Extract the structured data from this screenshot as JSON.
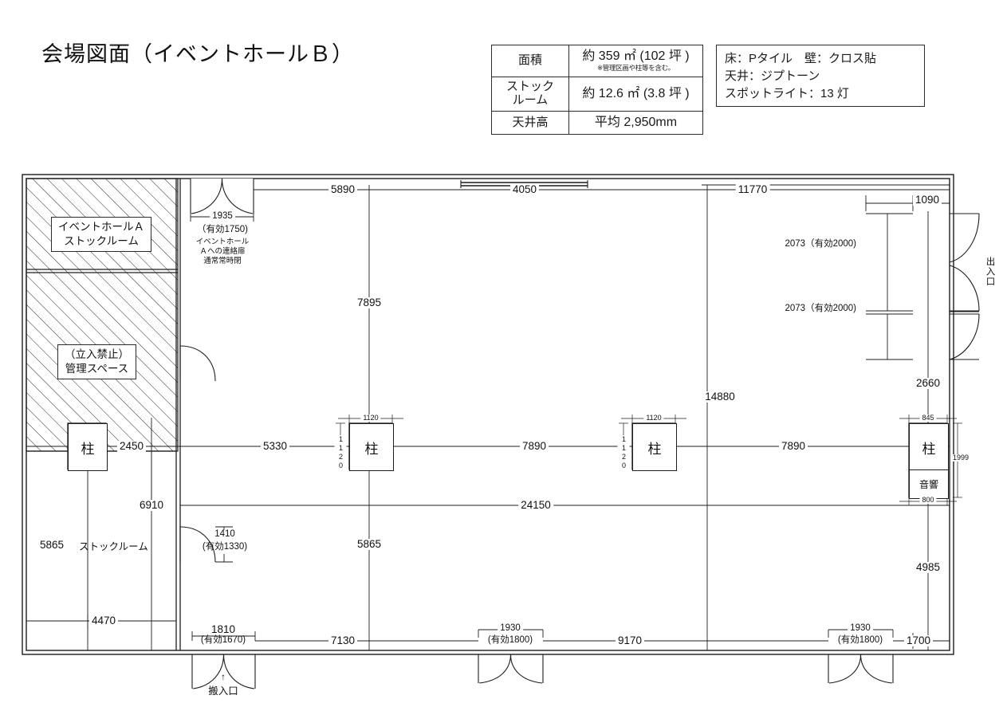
{
  "title": "会場図面（イベントホールＢ）",
  "spec_table": {
    "rows": [
      {
        "key": "面積",
        "value": "約 359 ㎡ (102 坪 )",
        "note": "※管理区画や柱等を含む。"
      },
      {
        "key": "ストック\nルーム",
        "key_line1": "ストック",
        "key_line2": "ルーム",
        "value": "約 12.6 ㎡ (3.8 坪 )",
        "note": ""
      },
      {
        "key": "天井高",
        "value": "平均 2,950mm",
        "note": ""
      }
    ]
  },
  "finishes": {
    "line1": "床：Pタイル　壁：クロス貼",
    "line2": "天井：ジプトーン",
    "line3": "スポットライト：13 灯"
  },
  "plan": {
    "rooms": {
      "hall_a_stock": {
        "line1": "イベントホールＡ",
        "line2": "ストックルーム"
      },
      "admin_space": {
        "line1": "（立入禁止）",
        "line2": "管理スペース"
      },
      "stock_room": "ストックルーム",
      "column": "柱",
      "sound": "音響"
    },
    "annotations": {
      "hall_a_door": {
        "dim": "1935",
        "clear": "（有効1750)",
        "note1": "イベントホール",
        "note2": "Ａへの連絡扉",
        "note3": "通常常時閉"
      },
      "stock_door": {
        "dim": "1410",
        "clear": "(有効1330)"
      },
      "loading_door": {
        "dim": "1810",
        "clear": "(有効1670)",
        "label": "搬入口",
        "arrow": "↑"
      },
      "bottom_door_mid": {
        "dim": "1930",
        "clear": "(有効1800)"
      },
      "bottom_door_right": {
        "dim": "1930",
        "clear": "(有効1800)"
      },
      "entrance_door_upper": "2073（有効2000)",
      "entrance_door_lower": "2073（有効2000)",
      "entrance_label": "出入口"
    },
    "dimensions": {
      "top_5890": "5890",
      "top_4050": "4050",
      "top_11770": "11770",
      "top_1090": "1090",
      "v_7895": "7895",
      "v_14880": "14880",
      "v_2660": "2660",
      "v_4985": "4985",
      "v_1999": "1999",
      "v_5865_left": "5865",
      "v_5865_mid": "5865",
      "v_6910": "6910",
      "h_2450": "2450",
      "h_5330": "5330",
      "h_7890_left": "7890",
      "h_7890_right": "7890",
      "h_24150": "24150",
      "h_4470": "4470",
      "h_7130": "7130",
      "h_9170": "9170",
      "h_1700": "1700",
      "col_w_1120_a": "1120",
      "col_h_1120_a": "1120",
      "col_w_1120_b": "1120",
      "col_h_1120_b": "1120",
      "col_w_845": "845",
      "snd_w_800": "800"
    }
  },
  "colors": {
    "line": "#1d1d1d",
    "thin": "#3a3a3a",
    "background": "#ffffff"
  }
}
